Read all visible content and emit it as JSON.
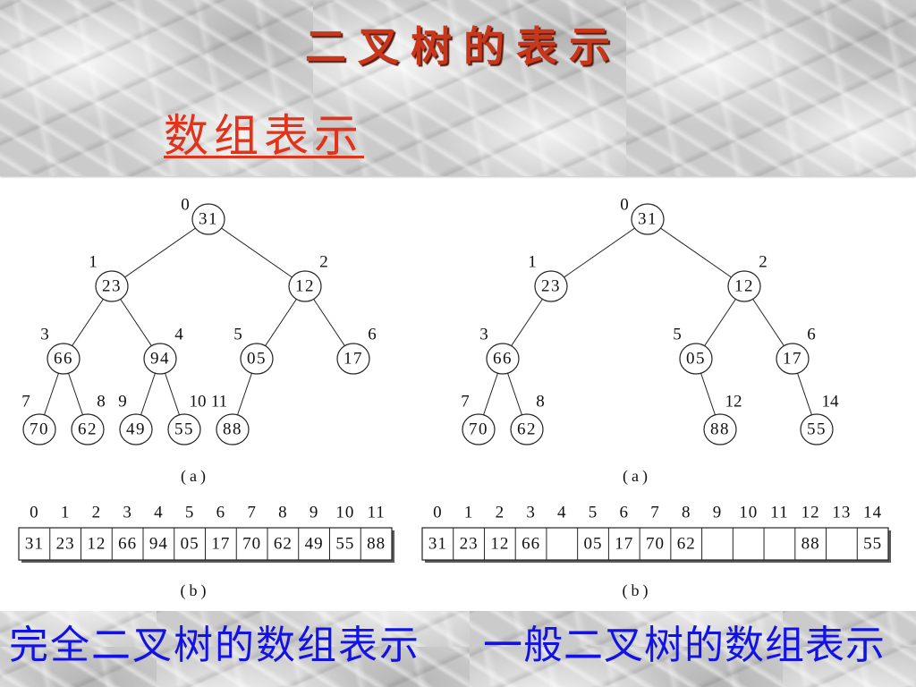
{
  "title": "二叉树的表示",
  "subtitle": "数组表示",
  "colors": {
    "title": "#c8361c",
    "subtitle": "#e2321a",
    "bottom_labels": "#1212e6"
  },
  "diagrams": [
    {
      "tree": {
        "nodes": [
          {
            "index": "0",
            "value": "31"
          },
          {
            "index": "1",
            "value": "23"
          },
          {
            "index": "2",
            "value": "12"
          },
          {
            "index": "3",
            "value": "66"
          },
          {
            "index": "4",
            "value": "94"
          },
          {
            "index": "5",
            "value": "05"
          },
          {
            "index": "6",
            "value": "17"
          },
          {
            "index": "7",
            "value": "70"
          },
          {
            "index": "8",
            "value": "62"
          },
          {
            "index": "9",
            "value": "49"
          },
          {
            "index": "10",
            "value": "55"
          },
          {
            "index": "11",
            "value": "88"
          }
        ]
      },
      "tree_caption": "(a)",
      "array": {
        "indices": [
          "0",
          "1",
          "2",
          "3",
          "4",
          "5",
          "6",
          "7",
          "8",
          "9",
          "10",
          "11"
        ],
        "values": [
          "31",
          "23",
          "12",
          "66",
          "94",
          "05",
          "17",
          "70",
          "62",
          "49",
          "55",
          "88"
        ]
      },
      "array_caption": "(b)",
      "label": "完全二叉树的数组表示"
    },
    {
      "tree": {
        "nodes": [
          {
            "index": "0",
            "value": "31"
          },
          {
            "index": "1",
            "value": "23"
          },
          {
            "index": "2",
            "value": "12"
          },
          {
            "index": "3",
            "value": "66"
          },
          {
            "index": "5",
            "value": "05"
          },
          {
            "index": "6",
            "value": "17"
          },
          {
            "index": "7",
            "value": "70"
          },
          {
            "index": "8",
            "value": "62"
          },
          {
            "index": "12",
            "value": "88"
          },
          {
            "index": "14",
            "value": "55"
          }
        ]
      },
      "tree_caption": "(a)",
      "array": {
        "indices": [
          "0",
          "1",
          "2",
          "3",
          "4",
          "5",
          "6",
          "7",
          "8",
          "9",
          "10",
          "11",
          "12",
          "13",
          "14"
        ],
        "values": [
          "31",
          "23",
          "12",
          "66",
          "",
          "05",
          "17",
          "70",
          "62",
          "",
          "",
          "",
          "88",
          "",
          "55"
        ]
      },
      "array_caption": "(b)",
      "label": "一般二叉树的数组表示"
    }
  ]
}
